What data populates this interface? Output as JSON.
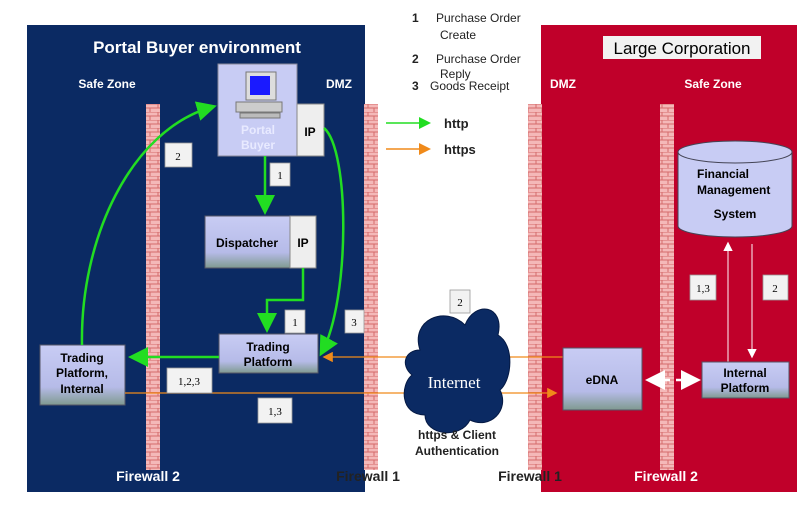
{
  "legend": {
    "items": [
      {
        "num": "1",
        "line1": "Purchase Order",
        "line2": "Create"
      },
      {
        "num": "2",
        "line1": "Purchase Order",
        "line2": "Reply"
      },
      {
        "num": "3",
        "line1": "Goods Receipt"
      }
    ],
    "http": "http",
    "https": "https",
    "colors": {
      "http": "#22dd22",
      "https": "#f08a1a"
    }
  },
  "buyer": {
    "title": "Portal Buyer environment",
    "safe_zone": "Safe Zone",
    "dmz": "DMZ",
    "portal_buyer": [
      "Portal",
      "Buyer"
    ],
    "ip": "IP",
    "dispatcher": "Dispatcher",
    "trading_platform": [
      "Trading",
      "Platform"
    ],
    "trading_internal": [
      "Trading",
      "Platform,",
      "Internal"
    ],
    "firewall2": "Firewall 2",
    "firewall1": "Firewall 1",
    "flow_labels": {
      "pb_to_disp": "1",
      "back_to_pb": "2",
      "disp_to_tp": "1",
      "ip_to_tp": "3",
      "tp_to_internal": "1,2,3",
      "internal_out": "1,3"
    },
    "color": "#0b2a63"
  },
  "internet": {
    "label": "Internet",
    "caption": [
      "https & Client",
      "Authentication"
    ],
    "flow_label": "2"
  },
  "corp": {
    "title": "Large Corporation",
    "dmz": "DMZ",
    "safe_zone": "Safe Zone",
    "fms": [
      "Financial",
      "Management",
      "System"
    ],
    "edna": "eDNA",
    "internal_platform": [
      "Internal",
      "Platform"
    ],
    "firewall1": "Firewall 1",
    "firewall2": "Firewall 2",
    "flow_labels": {
      "up": "1,3",
      "down": "2"
    },
    "color": "#c0002a"
  }
}
